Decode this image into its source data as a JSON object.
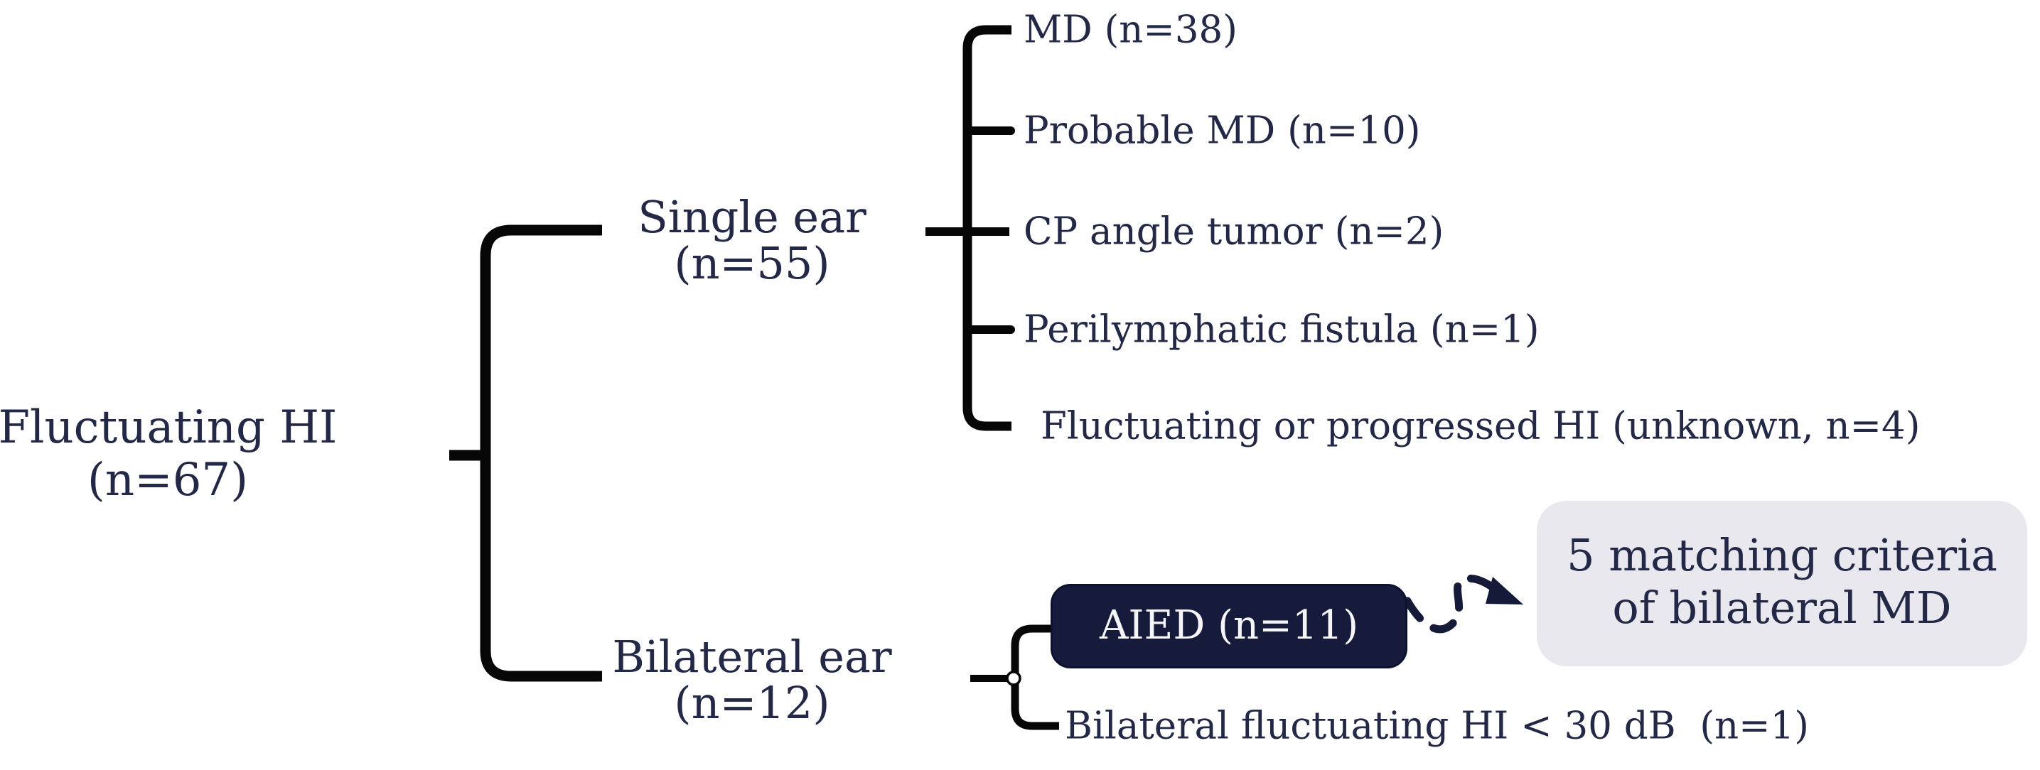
{
  "root": {
    "label": "Fluctuating HI",
    "count": "(n=67)"
  },
  "single": {
    "label": "Single ear",
    "count": "(n=55)",
    "children": [
      "MD (n=38)",
      "Probable MD (n=10)",
      "CP angle tumor (n=2)",
      "Perilymphatic fistula (n=1)",
      "Fluctuating or progressed HI (unknown, n=4)"
    ]
  },
  "bilateral": {
    "label": "Bilateral ear",
    "count": "(n=12)",
    "aied": "AIED (n=11)",
    "other": "Bilateral fluctuating HI < 30 dB  (n=1)"
  },
  "note": {
    "line1": "5 matching criteria",
    "line2": "of bilateral MD"
  },
  "colors": {
    "text": "#222846",
    "connector": "#060606",
    "aied_box_bg": "#161b3b",
    "aied_text": "#f5f5f8",
    "note_box_bg": "#e9e8ee",
    "arrow": "#141a38"
  }
}
